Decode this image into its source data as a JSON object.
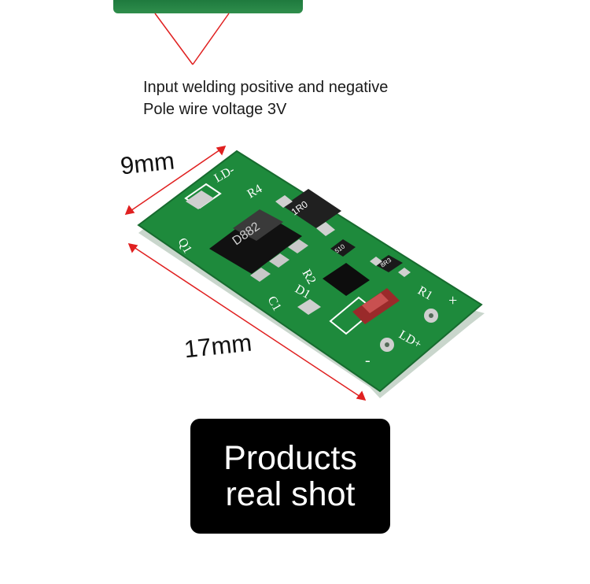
{
  "caption": {
    "line1": "Input welding positive and negative",
    "line2": "Pole wire voltage 3V"
  },
  "dimensions": {
    "width_label": "9mm",
    "length_label": "17mm"
  },
  "board": {
    "silkscreen": [
      "LD-",
      "R4",
      "Q1",
      "R1",
      "R2",
      "D1",
      "C1",
      "+",
      "LD+",
      "-"
    ],
    "resistor_marking": "1R0",
    "transistor_marking": "D882",
    "small_resistor_marking": "510",
    "r1_marking": "8R3"
  },
  "banner": {
    "line1": "Products",
    "line2": "real shot"
  },
  "colors": {
    "pcb": "#1e8a3c",
    "arrow": "#e02020",
    "banner_bg": "#000000"
  }
}
